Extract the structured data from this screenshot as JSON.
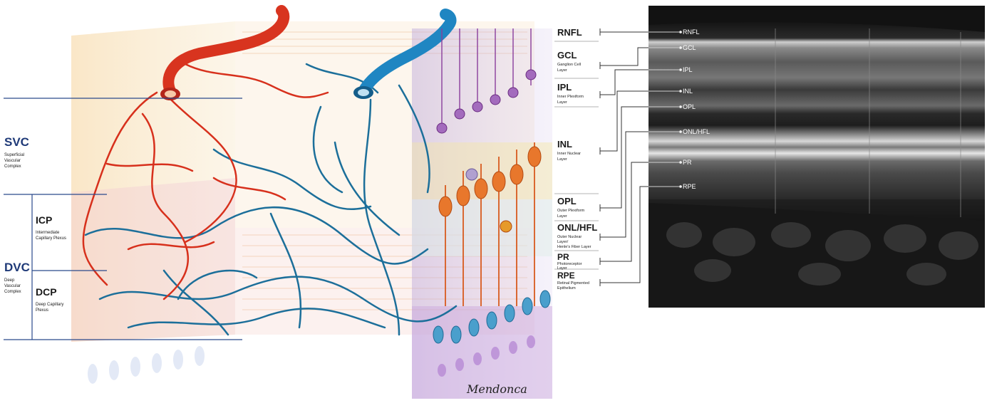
{
  "vascular_labels": {
    "svc": {
      "abbr": "SVC",
      "lines": [
        "Superficial",
        "Vascular",
        "Complex"
      ]
    },
    "icp": {
      "abbr": "ICP",
      "lines": [
        "Intermediate",
        "Capillary Plexus"
      ]
    },
    "dvc": {
      "abbr": "DVC",
      "lines": [
        "Deep",
        "Vascular",
        "Complex"
      ]
    },
    "dcp": {
      "abbr": "DCP",
      "lines": [
        "Deep Capillary",
        "Plexus"
      ]
    }
  },
  "layers": [
    {
      "abbr": "RNFL",
      "lines": []
    },
    {
      "abbr": "GCL",
      "lines": [
        "Ganglion Cell",
        "Layer"
      ]
    },
    {
      "abbr": "IPL",
      "lines": [
        "Inner Plexiform",
        "Layer"
      ]
    },
    {
      "abbr": "INL",
      "lines": [
        "Inner Nuclear",
        "Layer"
      ]
    },
    {
      "abbr": "OPL",
      "lines": [
        "Outer Plexiform",
        "Layer"
      ]
    },
    {
      "abbr": "ONL/HFL",
      "lines": [
        "Outer Nuclear",
        "Layer/",
        "Henle's Fiber Layer"
      ]
    },
    {
      "abbr": "PR",
      "lines": [
        "Photoreceptor",
        "Layer"
      ]
    },
    {
      "abbr": "RPE",
      "lines": [
        "Retinal Pigmented",
        "Epithelium"
      ]
    }
  ],
  "oct_labels": [
    "RNFL",
    "GCL",
    "IPL",
    "INL",
    "OPL",
    "ONL/HFL",
    "PR",
    "RPE"
  ],
  "signature": "Mendonca",
  "colors": {
    "artery": "#e0301e",
    "vein": "#1c7fb8",
    "vascular_text": "#1f3a78",
    "oct_background": "#121212"
  }
}
